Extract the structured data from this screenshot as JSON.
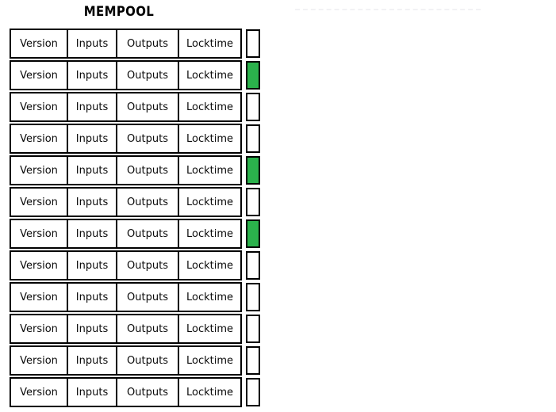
{
  "title": "MEMPOOL",
  "colors": {
    "confirmed": "#2bb24c",
    "empty": "#ffffff",
    "border": "#000000",
    "rule": "#f2f2f4"
  },
  "columns": [
    "Version",
    "Inputs",
    "Outputs",
    "Locktime"
  ],
  "transactions": [
    {
      "version": "Version",
      "inputs": "Inputs",
      "outputs": "Outputs",
      "locktime": "Locktime",
      "status": "empty"
    },
    {
      "version": "Version",
      "inputs": "Inputs",
      "outputs": "Outputs",
      "locktime": "Locktime",
      "status": "confirmed"
    },
    {
      "version": "Version",
      "inputs": "Inputs",
      "outputs": "Outputs",
      "locktime": "Locktime",
      "status": "empty"
    },
    {
      "version": "Version",
      "inputs": "Inputs",
      "outputs": "Outputs",
      "locktime": "Locktime",
      "status": "empty"
    },
    {
      "version": "Version",
      "inputs": "Inputs",
      "outputs": "Outputs",
      "locktime": "Locktime",
      "status": "confirmed"
    },
    {
      "version": "Version",
      "inputs": "Inputs",
      "outputs": "Outputs",
      "locktime": "Locktime",
      "status": "empty"
    },
    {
      "version": "Version",
      "inputs": "Inputs",
      "outputs": "Outputs",
      "locktime": "Locktime",
      "status": "confirmed"
    },
    {
      "version": "Version",
      "inputs": "Inputs",
      "outputs": "Outputs",
      "locktime": "Locktime",
      "status": "empty"
    },
    {
      "version": "Version",
      "inputs": "Inputs",
      "outputs": "Outputs",
      "locktime": "Locktime",
      "status": "empty"
    },
    {
      "version": "Version",
      "inputs": "Inputs",
      "outputs": "Outputs",
      "locktime": "Locktime",
      "status": "empty"
    },
    {
      "version": "Version",
      "inputs": "Inputs",
      "outputs": "Outputs",
      "locktime": "Locktime",
      "status": "empty"
    },
    {
      "version": "Version",
      "inputs": "Inputs",
      "outputs": "Outputs",
      "locktime": "Locktime",
      "status": "empty"
    }
  ]
}
